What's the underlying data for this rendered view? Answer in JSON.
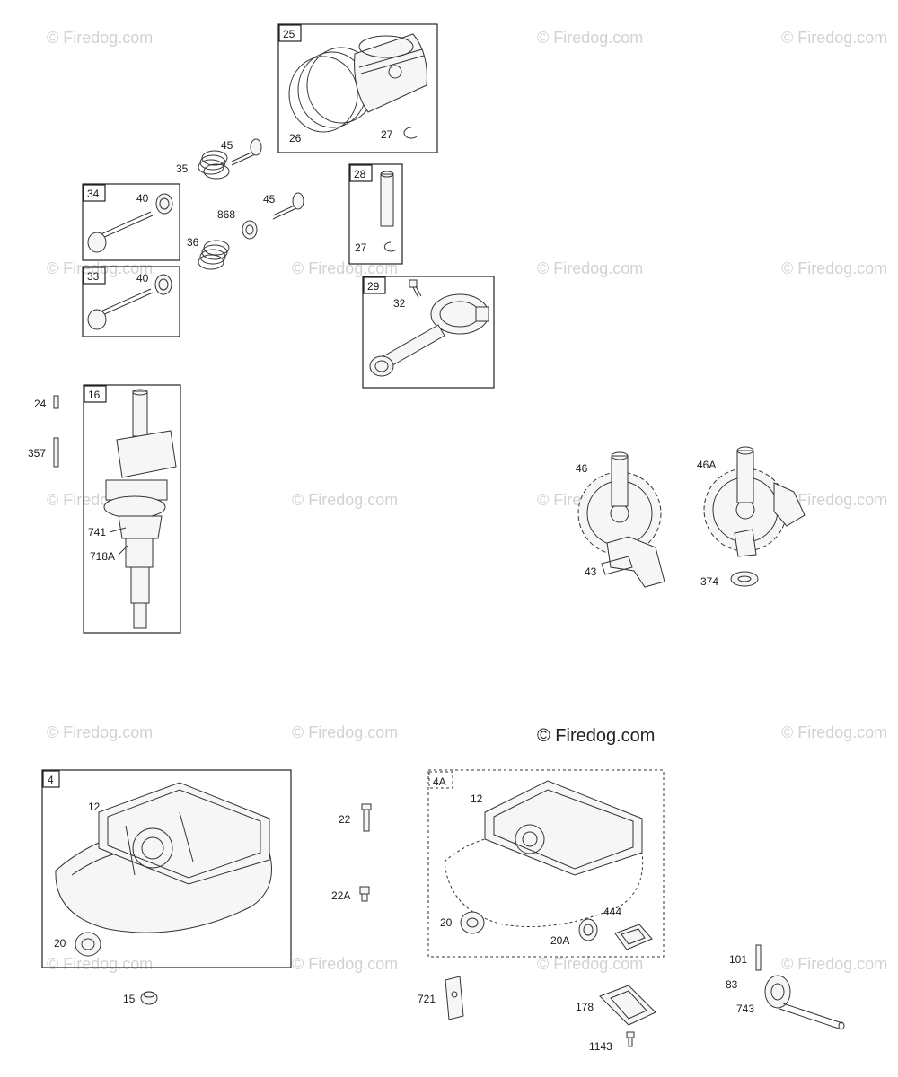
{
  "watermark": "© Firedog.com",
  "copyright": "© Firedog.com",
  "boxes": {
    "b25": "25",
    "b28": "28",
    "b34": "34",
    "b33": "33",
    "b29": "29",
    "b16": "16",
    "b4": "4",
    "b4a": "4A"
  },
  "labels": {
    "l26": "26",
    "l27a": "27",
    "l45a": "45",
    "l35": "35",
    "l40a": "40",
    "l868": "868",
    "l45b": "45",
    "l27b": "27",
    "l36": "36",
    "l40b": "40",
    "l32": "32",
    "l24": "24",
    "l357": "357",
    "l741": "741",
    "l718a": "718A",
    "l46": "46",
    "l46a": "46A",
    "l43": "43",
    "l374": "374",
    "l12a": "12",
    "l20a": "20",
    "l15": "15",
    "l22": "22",
    "l22a": "22A",
    "l12b": "12",
    "l20b": "20",
    "l20a2": "20A",
    "l444": "444",
    "l721": "721",
    "l178": "178",
    "l1143": "1143",
    "l101": "101",
    "l83": "83",
    "l743": "743"
  }
}
